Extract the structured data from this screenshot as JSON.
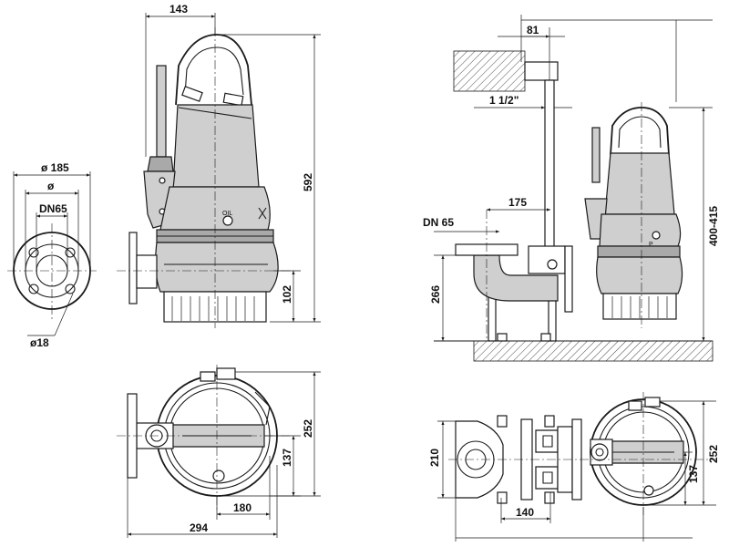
{
  "drawing": {
    "dimensions": {
      "width_143": "143",
      "height_592": "592",
      "height_102": "102",
      "dia_185": "ø 185",
      "dia_plain": "ø",
      "dn65_left": "DN65",
      "dia_18": "ø18",
      "width_81": "81",
      "pipe_1_1_2": "1 1/2\"",
      "width_175": "175",
      "dn65_right": "DN 65",
      "height_266": "266",
      "height_400_415": "400-415",
      "height_252_bl": "252",
      "height_137_bl": "137",
      "width_180": "180",
      "width_294": "294",
      "height_210": "210",
      "width_140": "140",
      "height_252_br": "252",
      "height_137_br": "137"
    },
    "markings": {
      "oil": "OIL",
      "label_p": "P"
    }
  }
}
